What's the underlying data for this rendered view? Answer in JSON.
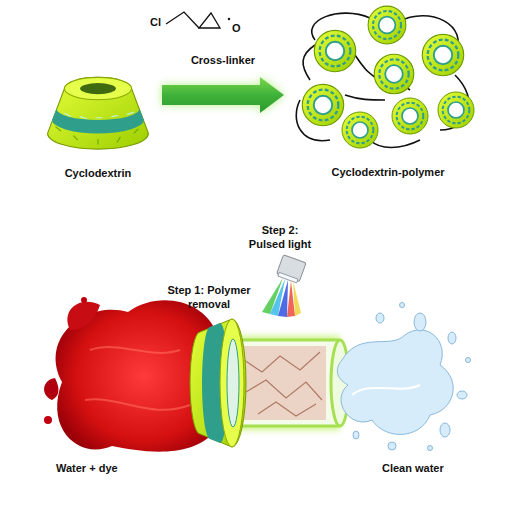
{
  "diagram": {
    "nodes": [
      {
        "text": [
          "Cyclodextrin"
        ]
      },
      {
        "text": [
          "Cyclodextrin-polymer"
        ]
      }
    ],
    "edges": [
      {
        "from": 0,
        "to": 1,
        "arrow": "to",
        "label": "Cross-linker"
      }
    ],
    "labels": [
      "Cl",
      "O",
      "Step 2: Pulsed light",
      "Step 1: Polymer removal",
      "Water + dye",
      "Clean water"
    ]
  }
}
